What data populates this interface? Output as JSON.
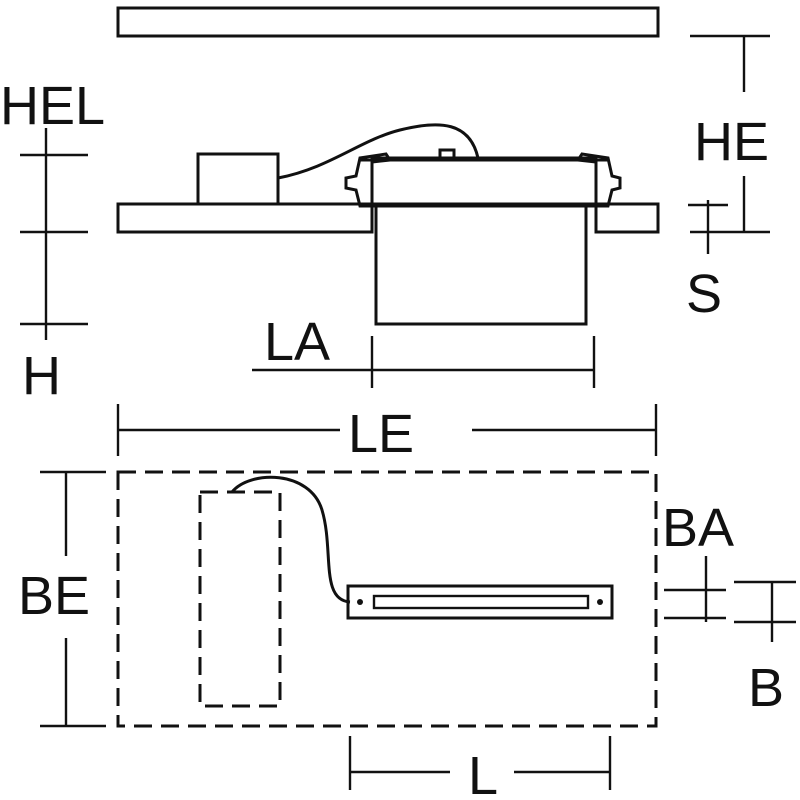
{
  "diagram": {
    "labels": {
      "hel": "HEL",
      "he": "HE",
      "s": "S",
      "h": "H",
      "la": "LA",
      "le": "LE",
      "be": "BE",
      "ba": "BA",
      "b": "B",
      "l": "L"
    },
    "colors": {
      "ink": "#111111",
      "background": "#ffffff"
    }
  }
}
